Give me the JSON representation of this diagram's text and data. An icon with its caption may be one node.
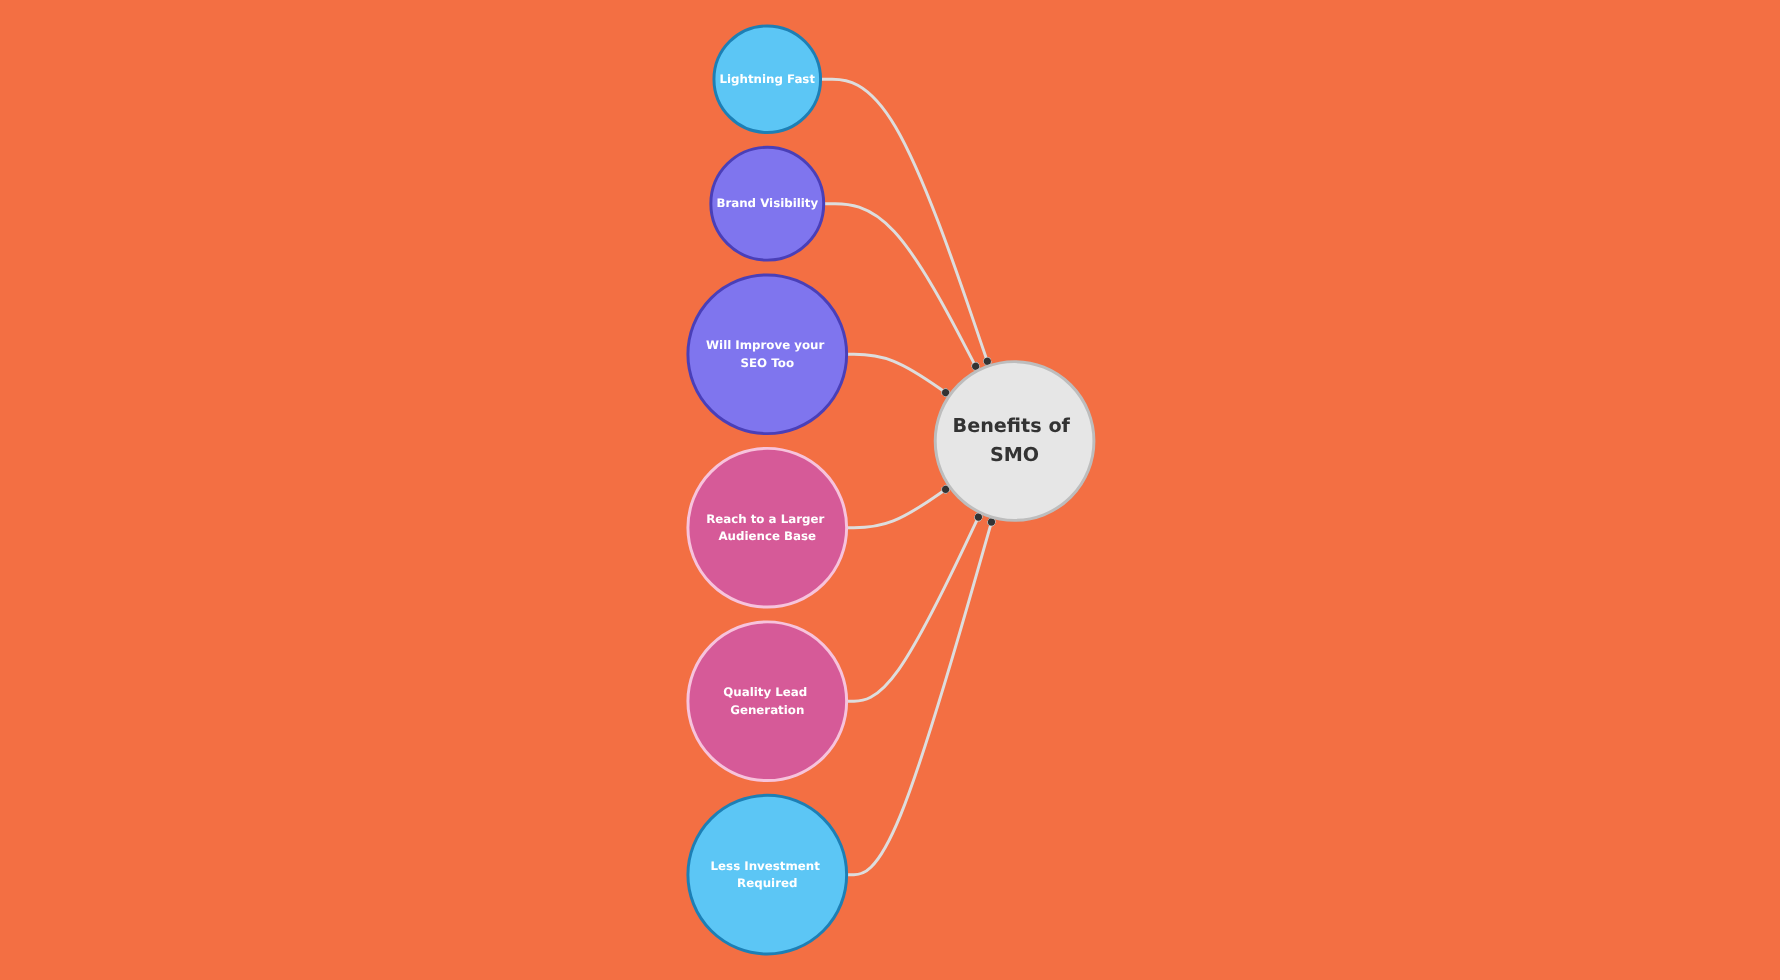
{
  "diagram": {
    "nodes": [
      {
        "text": [
          "Benefits of SMO"
        ]
      },
      {
        "text": [
          "Lightning Fast"
        ]
      },
      {
        "text": [
          "Brand Visibility"
        ]
      },
      {
        "text": [
          "Will Improve your SEO Too"
        ]
      },
      {
        "text": [
          "Reach to a Larger Audience Base"
        ]
      },
      {
        "text": [
          "Quality Lead Generation"
        ]
      },
      {
        "text": [
          "Less Investment Required"
        ]
      }
    ],
    "edges": [
      {
        "from": 1,
        "to": 0,
        "arrow": "other"
      },
      {
        "from": 2,
        "to": 0,
        "arrow": "other"
      },
      {
        "from": 3,
        "to": 0,
        "arrow": "other"
      },
      {
        "from": 4,
        "to": 0,
        "arrow": "other"
      },
      {
        "from": 5,
        "to": 0,
        "arrow": "other"
      },
      {
        "from": 6,
        "to": 0,
        "arrow": "other"
      }
    ]
  }
}
